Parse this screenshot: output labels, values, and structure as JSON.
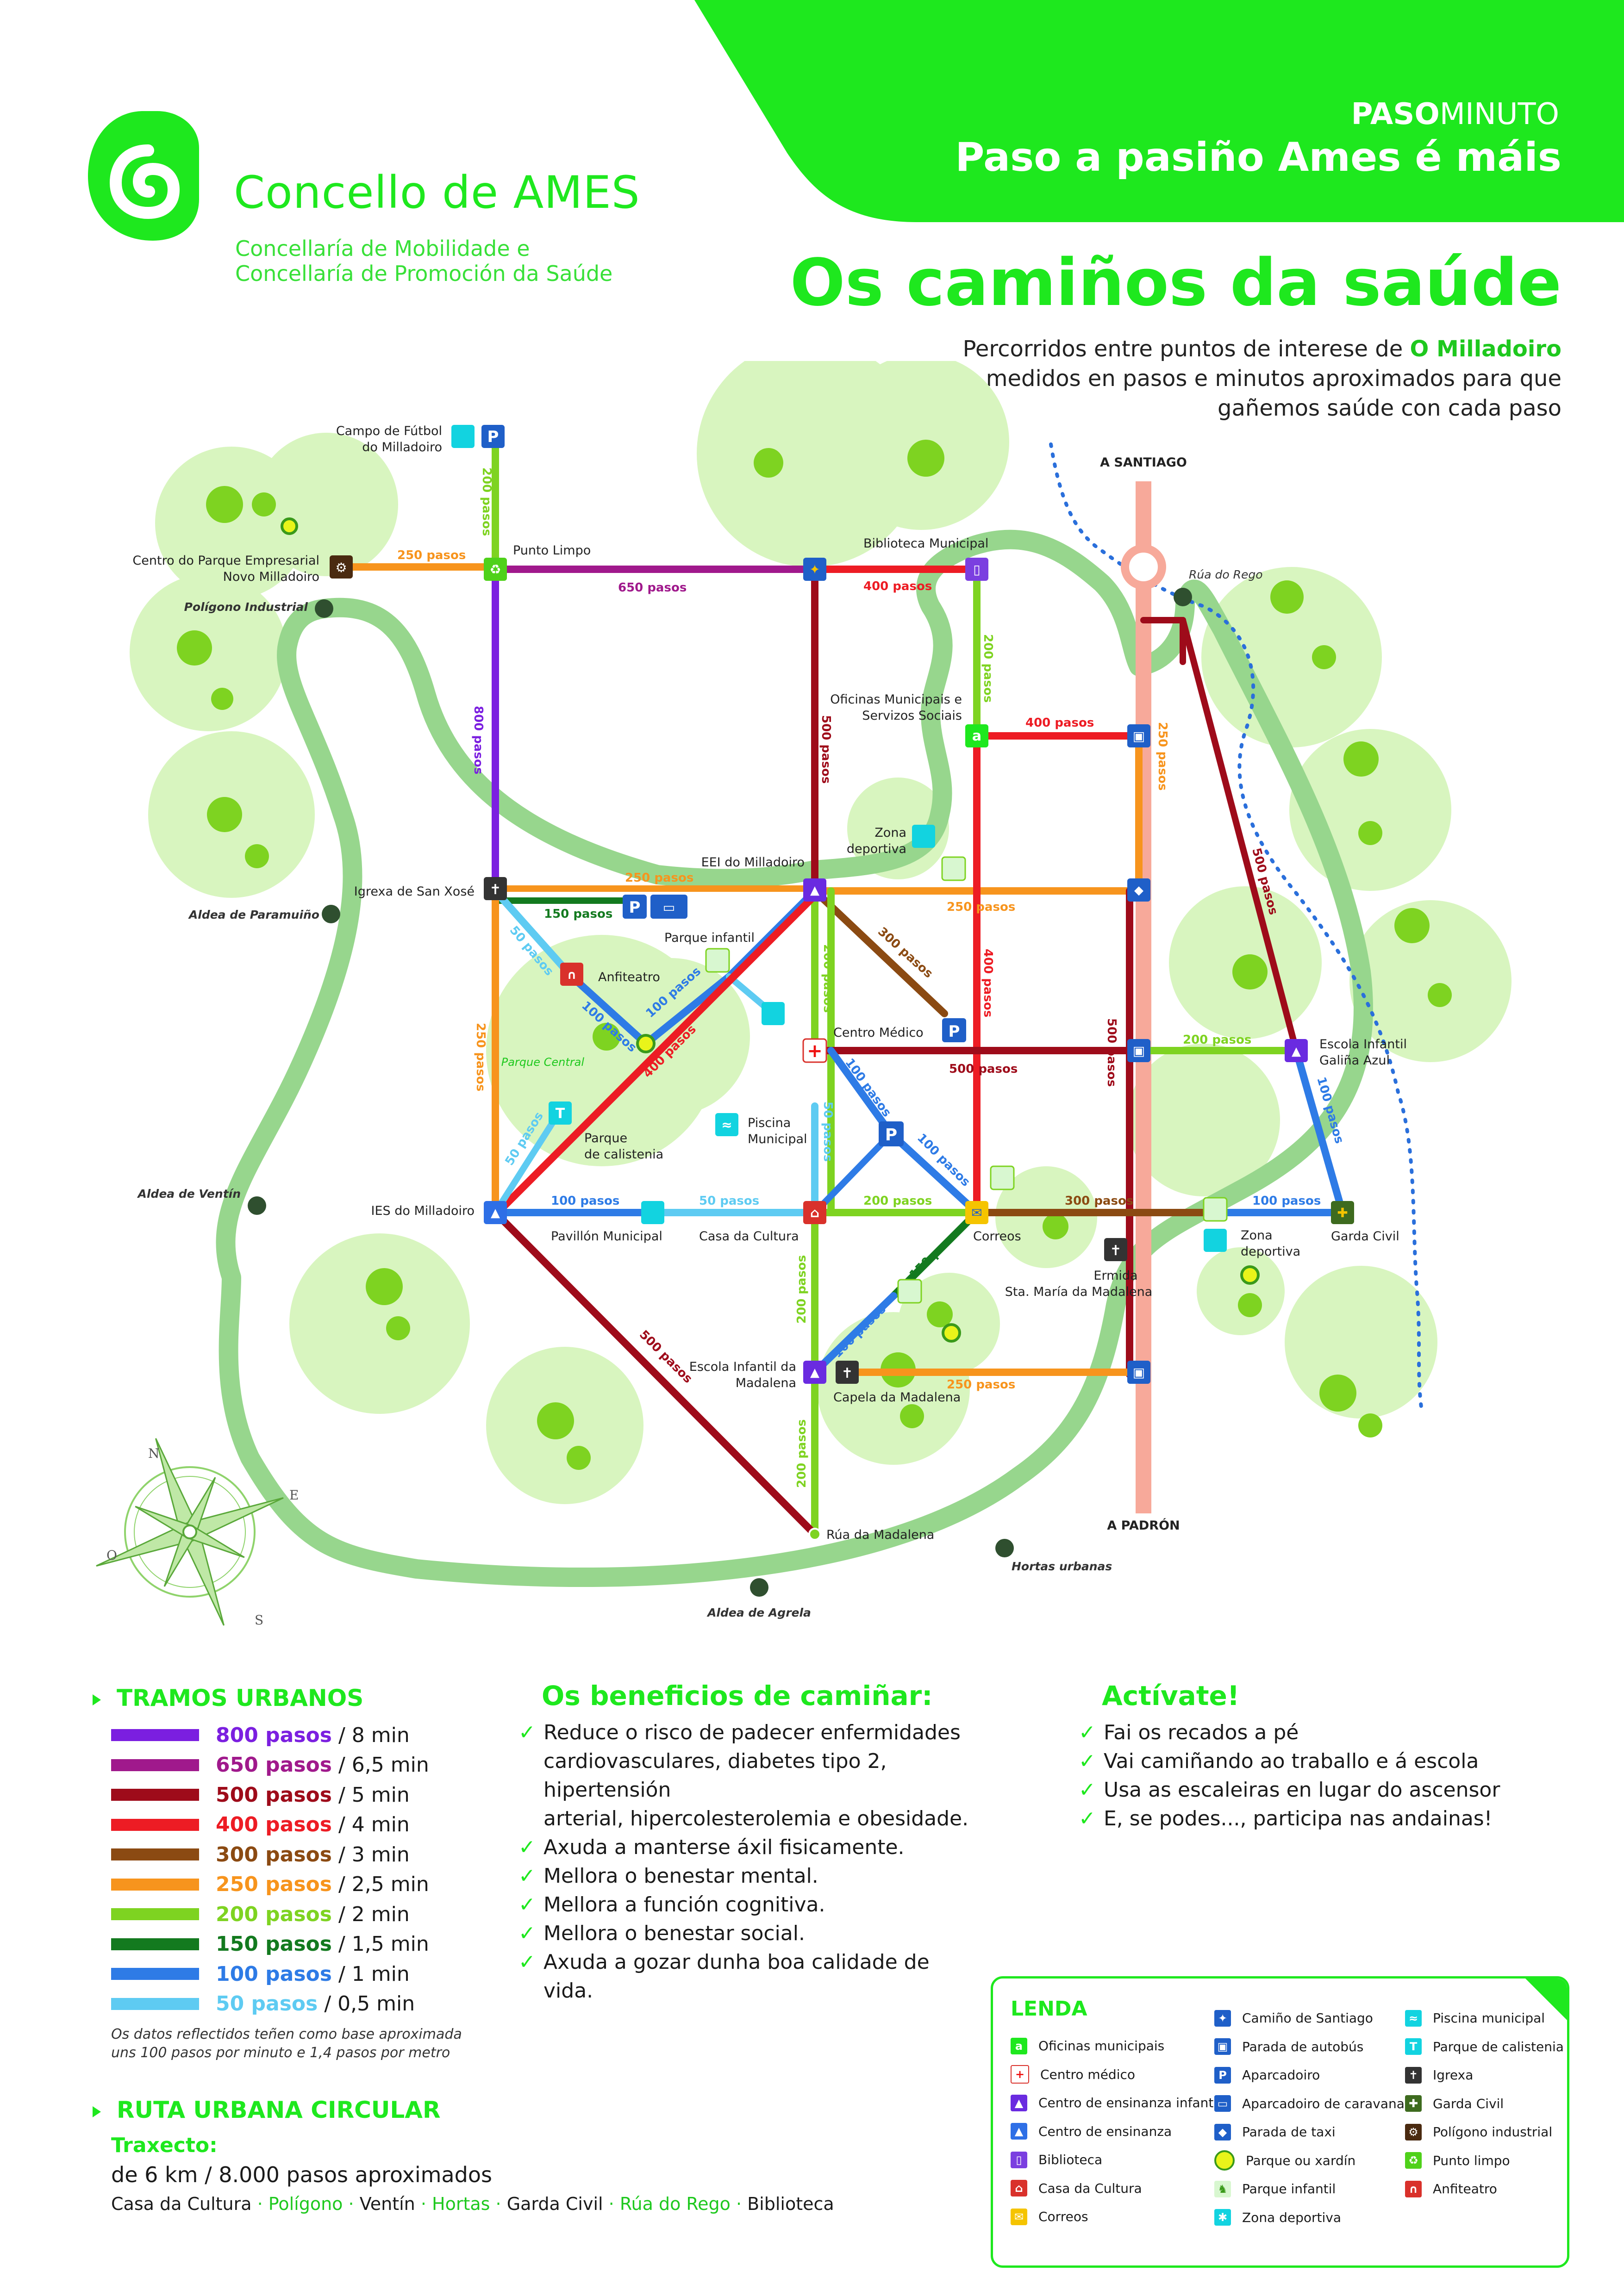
{
  "header": {
    "brand_name": "Concello de AMES",
    "brand_sub_1": "Concellaría de Mobilidade e",
    "brand_sub_2": "Concellaría de Promoción da Saúde",
    "kicker_bold": "PASO",
    "kicker_regular": "MINUTO",
    "slogan": "Paso a pasiño Ames é máis",
    "title": "Os camiños da saúde",
    "intro_1a": "Percorridos entre puntos de interese de ",
    "intro_1b": "O Milladoiro",
    "intro_2": "medidos en pasos e minutos aproximados para que",
    "intro_3": "gañemos saúde con cada paso"
  },
  "colors": {
    "brand_green": "#1ee81e",
    "light_green_area": "#d8f5bf",
    "circular_route": "#97d68d",
    "pasos_800": "#7b1fe0",
    "pasos_650": "#a0198c",
    "pasos_500": "#9e0b1a",
    "pasos_400": "#ed1c24",
    "pasos_300": "#8b4a12",
    "pasos_250": "#f7941d",
    "pasos_200": "#7ed321",
    "pasos_150": "#137a1f",
    "pasos_100": "#2e7be6",
    "pasos_50": "#5ecbf2",
    "main_road": "#f7a99a",
    "river": "#2a6fdb"
  },
  "map": {
    "destinations": {
      "north": "A SANTIAGO",
      "south": "A PADRÓN"
    },
    "places": [
      {
        "key": "campo_futbol_1",
        "text": "Campo de Fútbol",
        "icons": [
          "zona-deportiva-icon",
          "aparcadoiro-icon"
        ]
      },
      {
        "key": "campo_futbol_2",
        "text": "do Milladoiro"
      },
      {
        "key": "parque_empresarial_1",
        "text": "Centro do Parque Empresarial",
        "icon": "poligono-industrial-icon"
      },
      {
        "key": "parque_empresarial_2",
        "text": "Novo Milladoiro"
      },
      {
        "key": "punto_limpo",
        "text": "Punto Limpo",
        "icon": "punto-limpo-icon"
      },
      {
        "key": "biblioteca",
        "text": "Biblioteca Municipal",
        "icons": [
          "camino-santiago-icon",
          "biblioteca-icon"
        ]
      },
      {
        "key": "oficinas_1",
        "text": "Oficinas Municipais e",
        "icon": "oficinas-municipais-icon"
      },
      {
        "key": "oficinas_2",
        "text": "Servizos Sociais"
      },
      {
        "key": "zona_deportiva_1",
        "text": "Zona",
        "icon": "zona-deportiva-icon"
      },
      {
        "key": "zona_deportiva_2",
        "text": "deportiva"
      },
      {
        "key": "eei",
        "text": "EEI do Milladoiro",
        "icon": "centro-infantil-icon"
      },
      {
        "key": "igrexa_san_xose",
        "text": "Igrexa de San Xosé",
        "icon": "igrexa-icon"
      },
      {
        "key": "parque_infantil",
        "text": "Parque infantil",
        "icon": "parque-infantil-icon"
      },
      {
        "key": "anfiteatro",
        "text": "Anfiteatro",
        "icon": "anfiteatro-icon"
      },
      {
        "key": "centro_medico",
        "text": "Centro Médico",
        "icon": "centro-medico-icon"
      },
      {
        "key": "parque_calistenia_1",
        "text": "Parque",
        "icon": "calistenia-icon"
      },
      {
        "key": "parque_calistenia_2",
        "text": "de calistenia"
      },
      {
        "key": "piscina_1",
        "text": "Piscina",
        "icon": "piscina-icon"
      },
      {
        "key": "piscina_2",
        "text": "Municipal"
      },
      {
        "key": "ies",
        "text": "IES do Milladoiro",
        "icon": "centro-ensinanza-icon"
      },
      {
        "key": "pavillon",
        "text": "Pavillón Municipal",
        "icon": "zona-deportiva-icon"
      },
      {
        "key": "casa_cultura",
        "text": "Casa da Cultura",
        "icon": "casa-cultura-icon"
      },
      {
        "key": "correos",
        "text": "Correos",
        "icon": "correos-icon"
      },
      {
        "key": "ermida_1",
        "text": "Ermida",
        "icon": "igrexa-icon"
      },
      {
        "key": "ermida_2",
        "text": "Sta. María da Madalena"
      },
      {
        "key": "zona_deportiva_b1",
        "text": "Zona",
        "icon": "zona-deportiva-icon"
      },
      {
        "key": "zona_deportiva_b2",
        "text": "deportiva"
      },
      {
        "key": "garda_civil",
        "text": "Garda Civil",
        "icon": "garda-civil-icon"
      },
      {
        "key": "escola_galina_1",
        "text": "Escola Infantil",
        "icon": "centro-infantil-icon"
      },
      {
        "key": "escola_galina_2",
        "text": "Galiña Azul"
      },
      {
        "key": "escola_madalena_1",
        "text": "Escola Infantil da",
        "icon": "centro-infantil-icon"
      },
      {
        "key": "escola_madalena_2",
        "text": "Madalena"
      },
      {
        "key": "capela",
        "text": "Capela da Madalena",
        "icon": "igrexa-icon"
      },
      {
        "key": "rua_madalena",
        "text": "Rúa da Madalena"
      }
    ],
    "circular_points": [
      {
        "key": "poligono",
        "text": "Polígono Industrial"
      },
      {
        "key": "paramuino",
        "text": "Aldea de Paramuiño"
      },
      {
        "key": "ventin",
        "text": "Aldea de Ventín"
      },
      {
        "key": "agrela",
        "text": "Aldea de Agrela"
      },
      {
        "key": "hortas",
        "text": "Hortas urbanas"
      },
      {
        "key": "rua_rego",
        "text": "Rúa do Rego"
      },
      {
        "key": "parque_central",
        "text": "Parque Central"
      }
    ],
    "segments": [
      {
        "key": "s_futbol_punto",
        "label": "200 pasos",
        "pasos": 200
      },
      {
        "key": "s_empresarial_punto",
        "label": "250 pasos",
        "pasos": 250
      },
      {
        "key": "s_punto_biblio",
        "label": "650 pasos",
        "pasos": 650
      },
      {
        "key": "s_biblio_h",
        "label": "400 pasos",
        "pasos": 400
      },
      {
        "key": "s_biblio_oficinas",
        "label": "200 pasos",
        "pasos": 200
      },
      {
        "key": "s_oficinas_bus",
        "label": "400 pasos",
        "pasos": 400
      },
      {
        "key": "s_bus_taxi",
        "label": "250 pasos",
        "pasos": 250
      },
      {
        "key": "s_punto_igrexa",
        "label": "800 pasos",
        "pasos": 800
      },
      {
        "key": "s_camino_eei",
        "label": "500 pasos",
        "pasos": 500
      },
      {
        "key": "s_igrexa_eei",
        "label": "250 pasos",
        "pasos": 250
      },
      {
        "key": "s_igrexa_p",
        "label": "150 pasos",
        "pasos": 150
      },
      {
        "key": "s_eei_taxi",
        "label": "250 pasos",
        "pasos": 250
      },
      {
        "key": "s_eei_300",
        "label": "300 pasos",
        "pasos": 300
      },
      {
        "key": "s_eei_medico",
        "label": "200 pasos",
        "pasos": 200
      },
      {
        "key": "s_zona_correos",
        "label": "400 pasos",
        "pasos": 400
      },
      {
        "key": "s_igrexa_anf",
        "label": "50 pasos",
        "pasos": 50
      },
      {
        "key": "s_anf_parque",
        "label": "100 pasos",
        "pasos": 100
      },
      {
        "key": "s_parque_infantil",
        "label": "100 pasos",
        "pasos": 100
      },
      {
        "key": "s_diag_400",
        "label": "400 pasos",
        "pasos": 400
      },
      {
        "key": "s_igrexa_ies",
        "label": "250 pasos",
        "pasos": 250
      },
      {
        "key": "s_calistenia",
        "label": "50 pasos",
        "pasos": 50
      },
      {
        "key": "s_medico_bus",
        "label": "500 pasos",
        "pasos": 500
      },
      {
        "key": "s_bus_galina",
        "label": "200 pasos",
        "pasos": 200
      },
      {
        "key": "s_taxi_bus2",
        "label": "500 pasos",
        "pasos": 500
      },
      {
        "key": "s_rego_galina",
        "label": "500 pasos",
        "pasos": 500
      },
      {
        "key": "s_galina_garda",
        "label": "100 pasos",
        "pasos": 100
      },
      {
        "key": "s_medico_p",
        "label": "100 pasos",
        "pasos": 100
      },
      {
        "key": "s_p_correos",
        "label": "100 pasos",
        "pasos": 100
      },
      {
        "key": "s_piscina",
        "label": "50 pasos",
        "pasos": 50
      },
      {
        "key": "s_ies_pav",
        "label": "100 pasos",
        "pasos": 100
      },
      {
        "key": "s_pav_cultura",
        "label": "50 pasos",
        "pasos": 50
      },
      {
        "key": "s_cultura_correos",
        "label": "200 pasos",
        "pasos": 200
      },
      {
        "key": "s_correos_garda",
        "label": "300 pasos",
        "pasos": 300
      },
      {
        "key": "s_zona_garda",
        "label": "100 pasos",
        "pasos": 100
      },
      {
        "key": "s_correos_madalena",
        "label": "150 pasos",
        "pasos": 150
      },
      {
        "key": "s_madalena_100",
        "label": "100 pasos",
        "pasos": 100
      },
      {
        "key": "s_cultura_escola",
        "label": "200 pasos",
        "pasos": 200
      },
      {
        "key": "s_ies_rua",
        "label": "500 pasos",
        "pasos": 500
      },
      {
        "key": "s_capela_bus",
        "label": "250 pasos",
        "pasos": 250
      },
      {
        "key": "s_escola_rua",
        "label": "200 pasos",
        "pasos": 200
      }
    ],
    "compass": {
      "n": "N",
      "e": "E",
      "s": "S",
      "o": "O"
    }
  },
  "tramos": {
    "title": "TRAMOS URBANOS",
    "rows": [
      {
        "pasos": "800 pasos",
        "min": " / 8 min",
        "color": "#7b1fe0"
      },
      {
        "pasos": "650 pasos",
        "min": " / 6,5 min",
        "color": "#a0198c"
      },
      {
        "pasos": "500 pasos",
        "min": " / 5 min",
        "color": "#9e0b1a"
      },
      {
        "pasos": "400 pasos",
        "min": " / 4 min",
        "color": "#ed1c24"
      },
      {
        "pasos": "300 pasos",
        "min": " / 3 min",
        "color": "#8b4a12"
      },
      {
        "pasos": "250 pasos",
        "min": " / 2,5 min",
        "color": "#f7941d"
      },
      {
        "pasos": "200 pasos",
        "min": " / 2 min",
        "color": "#7ed321"
      },
      {
        "pasos": "150 pasos",
        "min": " / 1,5 min",
        "color": "#137a1f"
      },
      {
        "pasos": "100 pasos",
        "min": " / 1 min",
        "color": "#2e7be6"
      },
      {
        "pasos": "50 pasos",
        "min": " / 0,5 min",
        "color": "#5ecbf2"
      }
    ],
    "note_1": "Os datos reflectidos teñen como base aproximada",
    "note_2": "uns 100 pasos por minuto e 1,4 pasos por metro"
  },
  "ruta": {
    "title": "RUTA URBANA CIRCULAR",
    "traxecto": "Traxecto:",
    "distance": "de 6 km / 8.000 pasos aproximados",
    "stops": [
      {
        "text": "Casa da Cultura",
        "green": false
      },
      {
        "text": "Polígono",
        "green": true
      },
      {
        "text": "Ventín",
        "green": false
      },
      {
        "text": "Hortas",
        "green": true
      },
      {
        "text": "Garda Civil",
        "green": false
      },
      {
        "text": "Rúa do Rego",
        "green": true
      },
      {
        "text": "Biblioteca",
        "green": false
      }
    ],
    "separator": " · "
  },
  "beneficios": {
    "title": "Os beneficios de camiñar:",
    "items": [
      "Reduce o risco de padecer enfermidades",
      "cardiovasculares, diabetes tipo 2, hipertensión",
      "arterial, hipercolesterolemia e obesidade.",
      "Axuda a manterse áxil fisicamente.",
      "Mellora o benestar mental.",
      "Mellora a función cognitiva.",
      "Mellora o benestar social.",
      "Axuda a gozar dunha boa calidade de vida."
    ]
  },
  "activate": {
    "title": "Actívate!",
    "items": [
      "Fai os recados a pé",
      "Vai camiñando ao traballo e á escola",
      "Usa as escaleiras en lugar do ascensor",
      "E, se podes..., participa nas andainas!"
    ]
  },
  "lenda": {
    "title": "LENDA",
    "col1": [
      {
        "label": "Oficinas municipais",
        "icon": "oficinas-municipais-icon",
        "color": "#1ee81e",
        "glyph": "a"
      },
      {
        "label": "Centro médico",
        "icon": "centro-medico-icon",
        "color": "#ffffff",
        "glyph": "+"
      },
      {
        "label": "Centro de ensinanza infantil",
        "icon": "centro-infantil-icon",
        "color": "#6a2be0",
        "glyph": "▲"
      },
      {
        "label": "Centro de ensinanza",
        "icon": "centro-ensinanza-icon",
        "color": "#2e6fe6",
        "glyph": "▲"
      },
      {
        "label": "Biblioteca",
        "icon": "biblioteca-icon",
        "color": "#7b3fe0",
        "glyph": "▯"
      },
      {
        "label": "Casa da Cultura",
        "icon": "casa-cultura-icon",
        "color": "#d9312b",
        "glyph": "⌂"
      },
      {
        "label": "Correos",
        "icon": "correos-icon",
        "color": "#f5c400",
        "glyph": "✉"
      }
    ],
    "col2": [
      {
        "label": "Camiño de Santiago",
        "icon": "camino-santiago-icon",
        "color": "#1f5fc8",
        "glyph": "✦"
      },
      {
        "label": "Parada de autobús",
        "icon": "parada-autobus-icon",
        "color": "#1f5fc8",
        "glyph": "▣"
      },
      {
        "label": "Aparcadoiro",
        "icon": "aparcadoiro-icon",
        "color": "#1f5fc8",
        "glyph": "P"
      },
      {
        "label": "Aparcadoiro de caravanas",
        "icon": "caravanas-icon",
        "color": "#1f5fc8",
        "glyph": "▭"
      },
      {
        "label": "Parada de taxi",
        "icon": "taxi-icon",
        "color": "#1f5fc8",
        "glyph": "◆"
      },
      {
        "label": "Parque ou xardín",
        "icon": "parque-xardin-icon",
        "color": "#e9f41a",
        "glyph": "●"
      },
      {
        "label": "Parque infantil",
        "icon": "parque-infantil-icon",
        "color": "#d8f7d0",
        "glyph": "♞"
      },
      {
        "label": "Zona deportiva",
        "icon": "zona-deportiva-icon",
        "color": "#12d3e0",
        "glyph": "✱"
      }
    ],
    "col3": [
      {
        "label": "Piscina municipal",
        "icon": "piscina-icon",
        "color": "#12d3e0",
        "glyph": "≈"
      },
      {
        "label": "Parque de calistenia",
        "icon": "calistenia-icon",
        "color": "#12d3e0",
        "glyph": "T"
      },
      {
        "label": "Igrexa",
        "icon": "igrexa-icon",
        "color": "#333333",
        "glyph": "✝"
      },
      {
        "label": "Garda Civil",
        "icon": "garda-civil-icon",
        "color": "#3e6b1f",
        "glyph": "✚"
      },
      {
        "label": "Polígono industrial",
        "icon": "poligono-industrial-icon",
        "color": "#4a2a10",
        "glyph": "⚙"
      },
      {
        "label": "Punto limpo",
        "icon": "punto-limpo-icon",
        "color": "#4fd11a",
        "glyph": "♻"
      },
      {
        "label": "Anfiteatro",
        "icon": "anfiteatro-icon",
        "color": "#d9312b",
        "glyph": "∩"
      }
    ]
  }
}
